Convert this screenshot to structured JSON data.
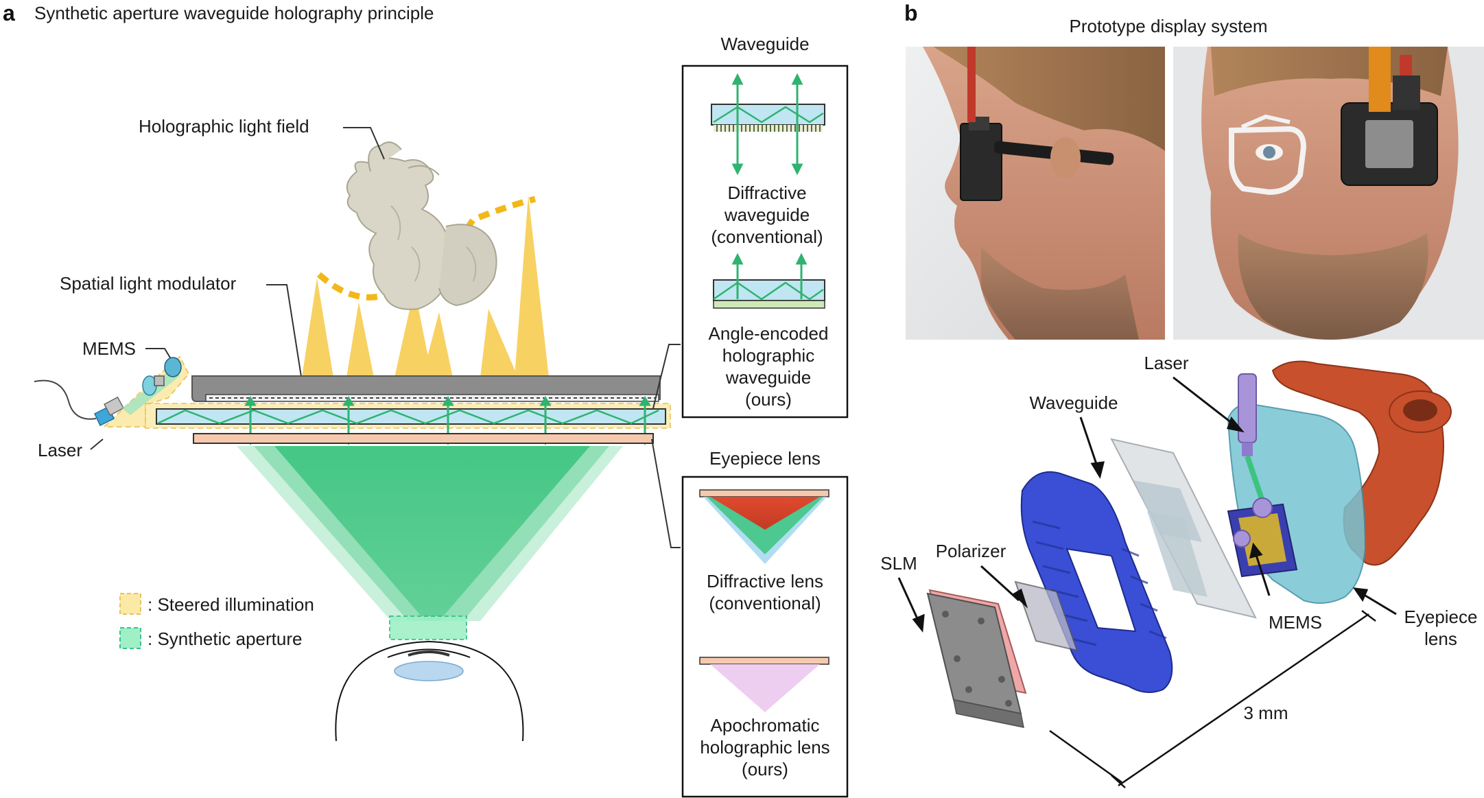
{
  "panel_a": {
    "letter": "a",
    "title": "Synthetic aperture waveguide holography principle",
    "labels": {
      "light_field": "Holographic light field",
      "slm": "Spatial light modulator",
      "mems": "MEMS",
      "laser": "Laser"
    },
    "legend": [
      {
        "text": ": Steered illumination",
        "color": "#fbe9a6",
        "border": "#e8c25a"
      },
      {
        "text": ": Synthetic aperture",
        "color": "#9ff0c6",
        "border": "#3bbf8e"
      }
    ],
    "waveguide_box": {
      "title": "Waveguide",
      "items": [
        {
          "lines": [
            "Diffractive",
            "waveguide",
            "(conventional)"
          ]
        },
        {
          "lines": [
            "Angle-encoded",
            "holographic",
            "waveguide",
            "(ours)"
          ]
        }
      ]
    },
    "eyepiece_box": {
      "title": "Eyepiece lens",
      "items": [
        {
          "lines": [
            "Diffractive lens",
            "(conventional)"
          ]
        },
        {
          "lines": [
            "Apochromatic",
            "holographic lens",
            "(ours)"
          ]
        }
      ]
    }
  },
  "panel_b": {
    "letter": "b",
    "title": "Prototype display system",
    "labels": {
      "laser": "Laser",
      "waveguide": "Waveguide",
      "slm": "SLM",
      "polarizer": "Polarizer",
      "mems": "MEMS",
      "eyepiece": [
        "Eyepiece",
        "lens"
      ],
      "scale": "3 mm"
    }
  },
  "colors": {
    "illumination": "#f7c948",
    "green_light": "#3cc47f",
    "waveguide_fill": "#bfe6f2",
    "slm_gray": "#8c8c8c",
    "lens_salmon": "#f6c9ad",
    "holder_blue": "#3a4fd6",
    "frame_orange": "#c8502c"
  }
}
